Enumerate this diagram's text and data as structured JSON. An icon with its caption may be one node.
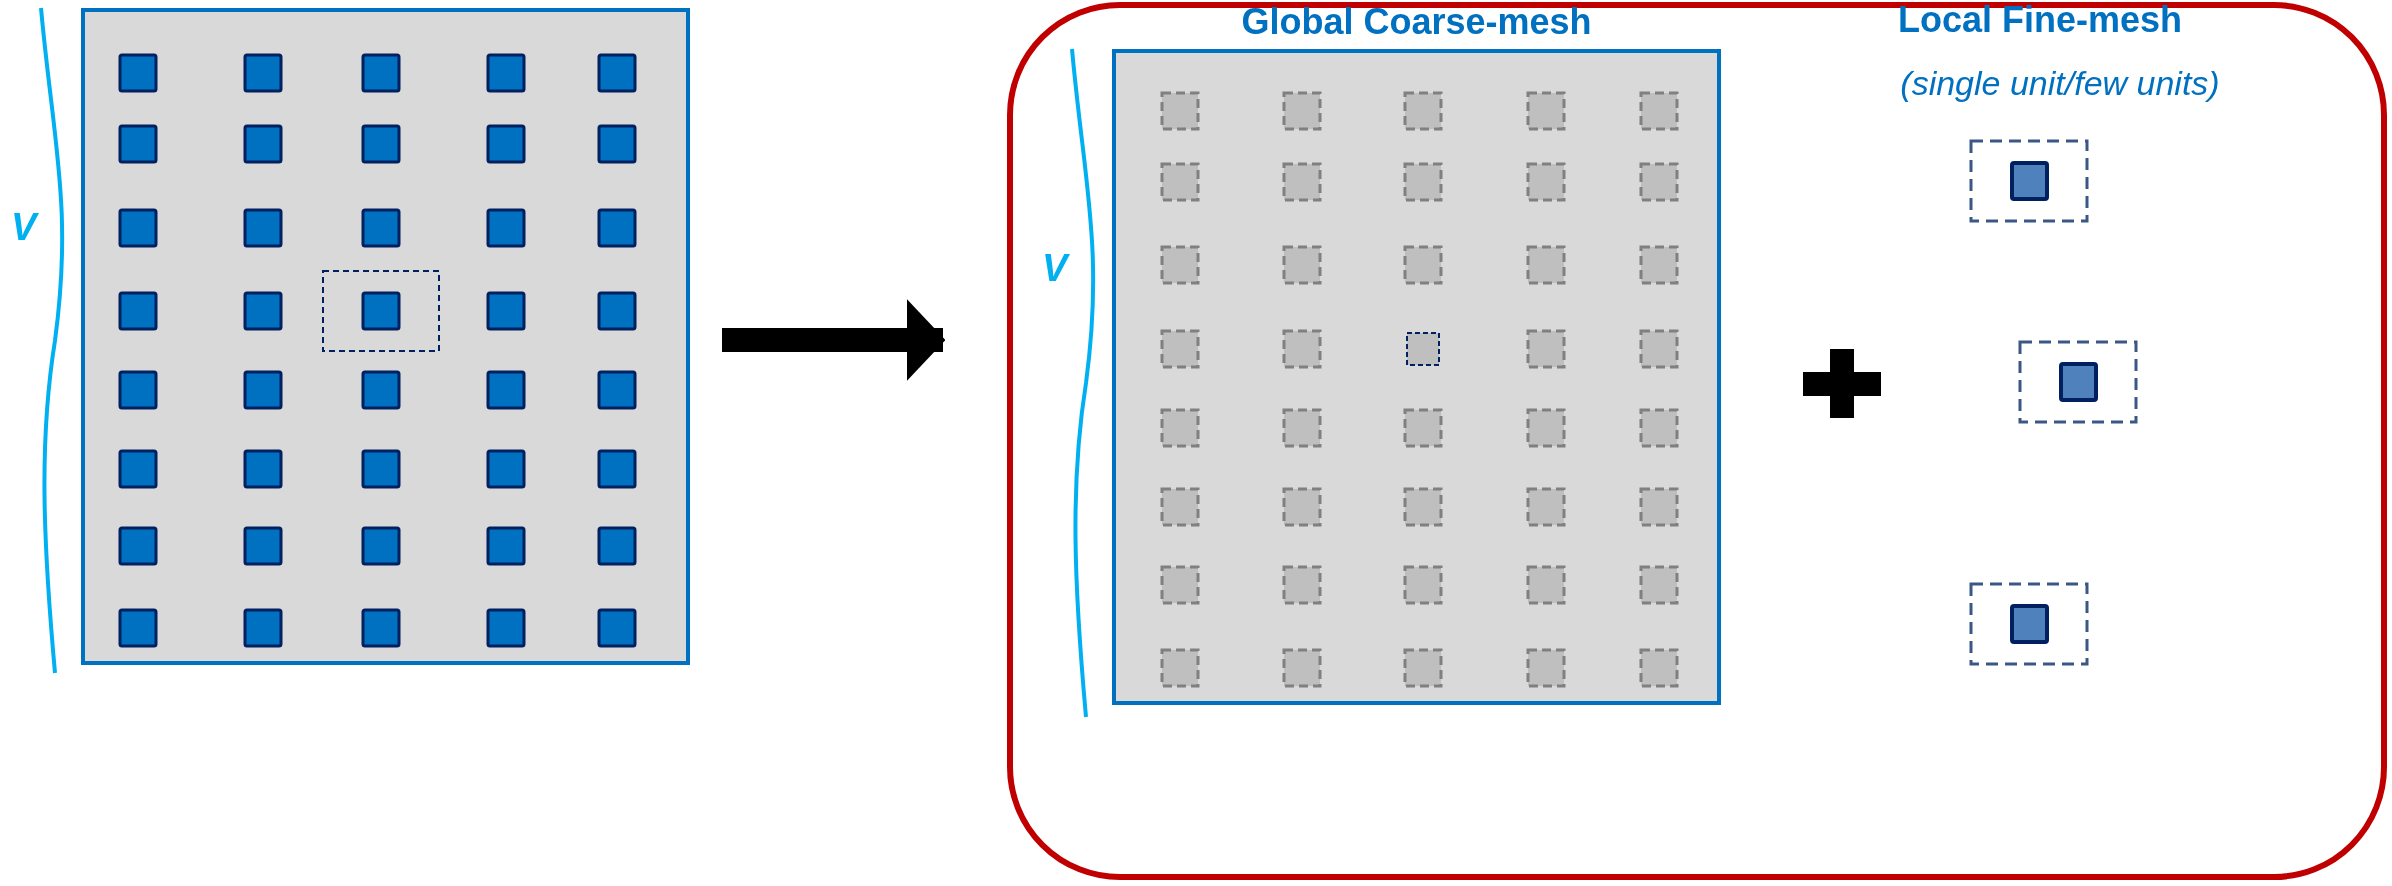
{
  "diagram": {
    "nodes": [
      {
        "text": [],
        "shape": "box",
        "beside": [
          "V"
        ]
      },
      {
        "text": [],
        "shape": "box"
      },
      {
        "text": [
          "Global Coarse-mesh"
        ],
        "in": 1,
        "beside": [
          "V"
        ]
      }
    ],
    "edges": [
      {
        "from": 0,
        "to": 1,
        "arrow": "to"
      }
    ],
    "labels": [
      "Local Fine-mesh",
      "(single unit/few units)"
    ]
  }
}
